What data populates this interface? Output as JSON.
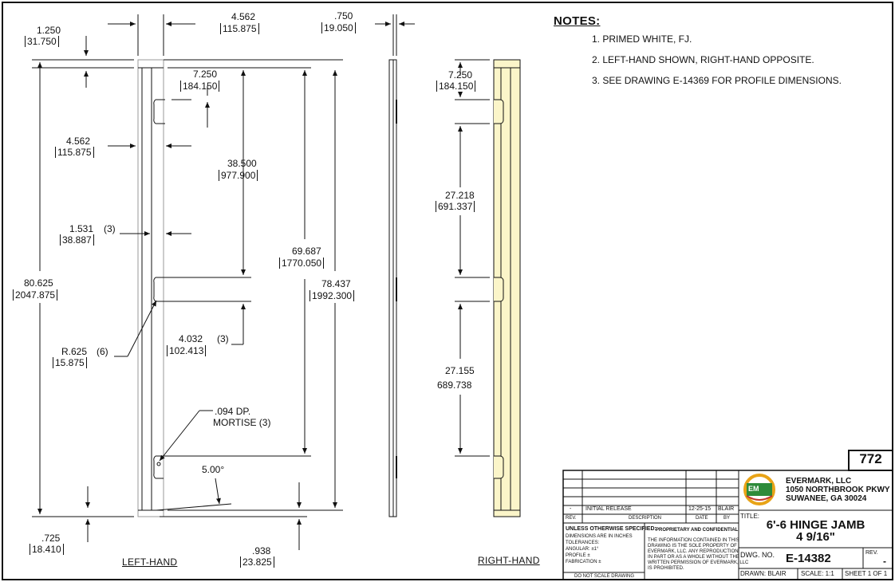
{
  "notes": {
    "title": "NOTES:",
    "items": [
      "1.  PRIMED WHITE, FJ.",
      "2.  LEFT-HAND SHOWN, RIGHT-HAND OPPOSITE.",
      "3.  SEE DRAWING E-14369 FOR PROFILE DIMENSIONS."
    ]
  },
  "views": {
    "left_hand": "LEFT-HAND",
    "right_hand": "RIGHT-HAND"
  },
  "dims": {
    "d1250": [
      "1.250",
      "31.750"
    ],
    "d4562top": [
      "4.562",
      "115.875"
    ],
    "d750": [
      ".750",
      "19.050"
    ],
    "d7250": [
      "7.250",
      "184.150"
    ],
    "d4562mid": [
      "4.562",
      "115.875"
    ],
    "d38500": [
      "38.500",
      "977.900"
    ],
    "d1531": [
      "1.531",
      "38.887"
    ],
    "d1531_qty": "(3)",
    "d69687": [
      "69.687",
      "1770.050"
    ],
    "d80625": [
      "80.625",
      "2047.875"
    ],
    "d78437": [
      "78.437",
      "1992.300"
    ],
    "d4032": [
      "4.032",
      "102.413"
    ],
    "d4032_qty": "(3)",
    "dR625": [
      "R.625",
      "15.875"
    ],
    "dR625_qty": "(6)",
    "mortise": [
      ".094 DP.",
      "MORTISE (3)"
    ],
    "angle": "5.00°",
    "d725": [
      ".725",
      "18.410"
    ],
    "d938": [
      ".938",
      "23.825"
    ],
    "r7250": [
      "7.250",
      "184.150"
    ],
    "r27218": [
      "27.218",
      "691.337"
    ],
    "r27155": [
      "27.155",
      "689.738"
    ]
  },
  "title_block": {
    "sheet_number": "772",
    "company": [
      "EVERMARK, LLC",
      "1050 NORTHBROOK PKWY",
      "SUWANEE, GA  30024"
    ],
    "logo_text": "EM",
    "title_label": "TITLE:",
    "title": [
      "6'-6 HINGE JAMB",
      "4 9/16\""
    ],
    "dwg_no_label": "DWG.  NO.",
    "dwg_no": "E-14382",
    "rev_label": "REV.",
    "rev": "-",
    "drawn": "DRAWN:  BLAIR",
    "scale": "SCALE:  1:1",
    "sheet": "SHEET 1 OF 1",
    "revision_row": {
      "rev": "-",
      "description": "INITIAL RELEASE",
      "date": "12-25-15",
      "by": "BLAIR"
    },
    "rev_headers": {
      "rev": "REV.",
      "description": "DESCRIPTION",
      "date": "DATE",
      "by": "BY"
    },
    "unless": [
      "UNLESS OTHERWISE SPECIFIED:",
      "DIMENSIONS ARE IN INCHES",
      "TOLERANCES:",
      "ANGULAR: ±1°",
      "PROFILE ±",
      "FABRICATION ±"
    ],
    "do_not_scale": "DO NOT SCALE DRAWING",
    "proprietary_title": "PROPRIETARY AND CONFIDENTIAL",
    "proprietary_text": [
      "THE INFORMATION CONTAINED IN THIS",
      "DRAWING IS THE SOLE PROPERTY OF",
      "EVERMARK, LLC.  ANY REPRODUCTION",
      "IN PART OR AS A WHOLE WITHOUT THE",
      "WRITTEN PERMISSION OF EVERMARK, LLC",
      "IS PROHIBITED."
    ]
  },
  "colors": {
    "jamb_fill": "#fbf5c9",
    "line": "#111111"
  }
}
